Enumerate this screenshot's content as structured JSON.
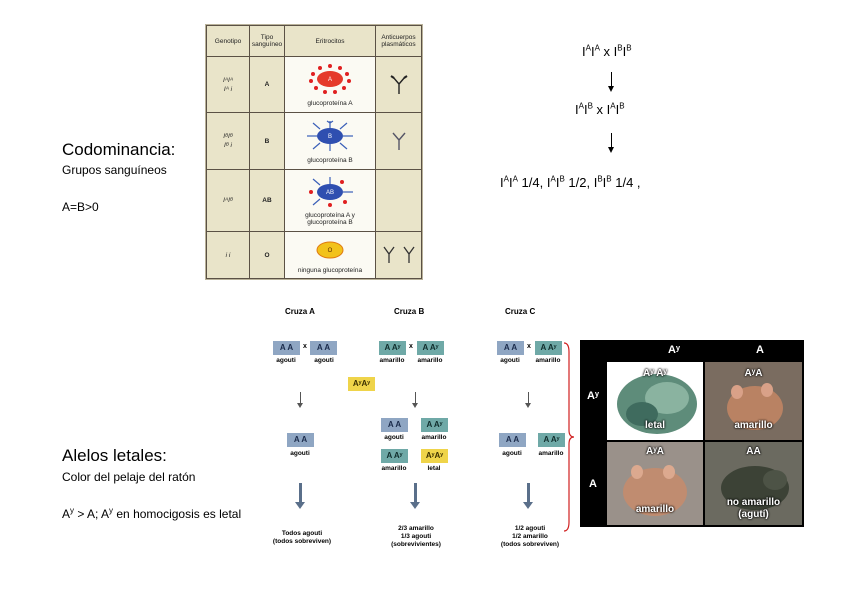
{
  "codominance": {
    "title": "Codominancia:",
    "subtitle": "Grupos sanguíneos",
    "relation": "A=B>0"
  },
  "lethal": {
    "title": "Alelos letales:",
    "subtitle": "Color del pelaje del ratón",
    "relation_parts": [
      "A",
      "y",
      " > A; A",
      "y",
      " en homocigosis es letal"
    ]
  },
  "blood_table": {
    "headers": [
      "Genotipo",
      "Tipo sanguíneo",
      "Eritrocitos",
      "Anticuerpos plasmáticos"
    ],
    "rows": [
      {
        "genotype": [
          "IᴬIᴬ",
          "Iᴬ i"
        ],
        "type": "A",
        "caption": "glucoproteína A",
        "marker": "A"
      },
      {
        "genotype": [
          "IᴮIᴮ",
          "Iᴮ i"
        ],
        "type": "B",
        "caption": "glucoproteína B",
        "marker": "B"
      },
      {
        "genotype": [
          "IᴬIᴮ"
        ],
        "type": "AB",
        "caption": "glucoproteína A y glucoproteína B",
        "marker": "AB"
      },
      {
        "genotype": [
          "i i"
        ],
        "type": "O",
        "caption": "ninguna glucoproteína",
        "marker": "O"
      }
    ],
    "colors": {
      "a_dots": "#e02020",
      "b_antenna": "#3a5fb8",
      "cell_fill": "#e53a2a",
      "o_fill": "#f2c21b"
    }
  },
  "crosses_formula": {
    "line1": [
      "I",
      "A",
      "I",
      "A",
      " x I",
      "B",
      "I",
      "B"
    ],
    "line2": [
      "I",
      "A",
      "I",
      "B",
      " x I",
      "A",
      "I",
      "B"
    ],
    "result": [
      "I",
      "A",
      "I",
      "A",
      " 1/4, I",
      "A",
      "I",
      "B",
      " 1/2, I",
      "B",
      "I",
      "B",
      " 1/4 ,"
    ]
  },
  "cross_diagram": {
    "titles": [
      "Cruza A",
      "Cruza B",
      "Cruza C"
    ],
    "x": "x",
    "genotype_AA": "A A",
    "genotype_AAy": "A Aʸ",
    "genotype_AyAy": "AʸAʸ",
    "labels": {
      "agouti": "agouti",
      "amarillo": "amarillo",
      "letal": "letal"
    },
    "results": [
      [
        "Todos agouti",
        "(todos sobreviven)"
      ],
      [
        "2/3 amarillo",
        "1/3 agouti",
        "(sobrevivientes)"
      ],
      [
        "1/2 agouti",
        "1/2 amarillo",
        "(todos sobreviven)"
      ]
    ]
  },
  "mouse_grid": {
    "col_headers": [
      "Aʸ",
      "A"
    ],
    "row_headers": [
      "Aʸ",
      "A"
    ],
    "cells": [
      {
        "genotype": "Aʸ Aʸ",
        "label": "letal"
      },
      {
        "genotype": "AʸA",
        "label": "amarillo"
      },
      {
        "genotype": "AʸA",
        "label": "amarillo"
      },
      {
        "genotype": "AA",
        "label": "no amarillo",
        "label2": "(agutí)"
      }
    ]
  }
}
